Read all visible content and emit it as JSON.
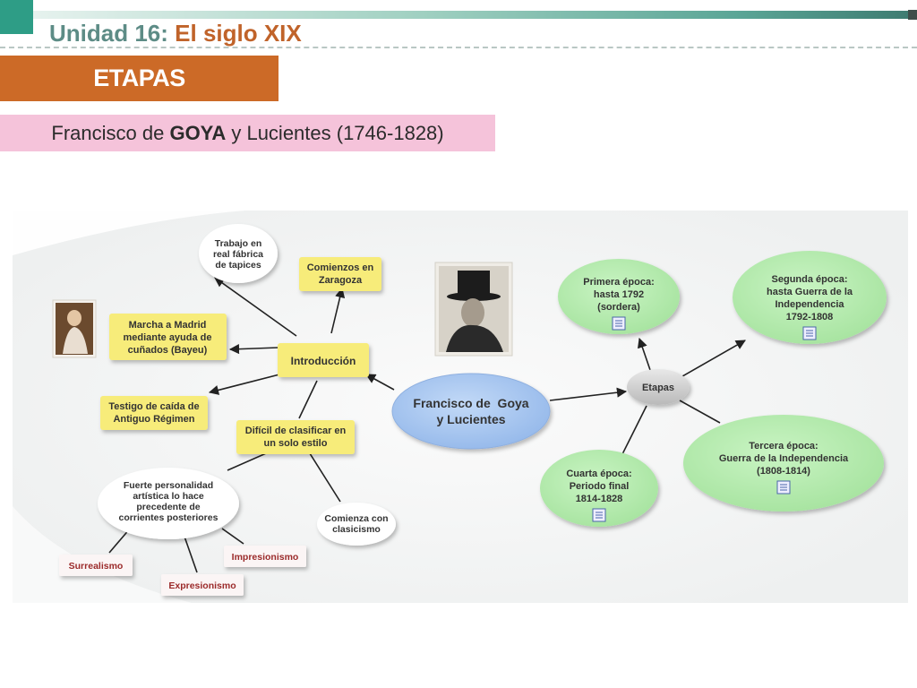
{
  "header": {
    "title_prefix": "Unidad 16:",
    "title_accent": "El siglo XIX",
    "section_banner": "ETAPAS",
    "subtitle_pre": "Francisco de ",
    "subtitle_bold": "GOYA",
    "subtitle_post": " y Lucientes (1746-1828)"
  },
  "concept_map": {
    "central": [
      "Francisco de  Goya",
      "y Lucientes"
    ],
    "introduccion": "Introducción",
    "etapas": "Etapas",
    "trabajo": [
      "Trabajo en",
      "real fábrica",
      "de tapices"
    ],
    "comienzos": [
      "Comienzos en",
      "Zaragoza"
    ],
    "marcha": [
      "Marcha a Madrid",
      "mediante ayuda de",
      "cuñados (Bayeu)"
    ],
    "testigo": [
      "Testigo de caída de",
      "Antiguo Régimen"
    ],
    "dificil": [
      "Difícil de clasificar en",
      "un solo estilo"
    ],
    "fuerte": [
      "Fuerte personalidad",
      "artística lo hace",
      "precedente de",
      "corrientes posteriores"
    ],
    "comienza": [
      "Comienza con",
      "clasicismo"
    ],
    "surrealismo": "Surrealismo",
    "impresionismo": "Impresionismo",
    "expresionismo": "Expresionismo",
    "primera": [
      "Primera época:",
      "hasta 1792",
      "(sordera)"
    ],
    "segunda": [
      "Segunda época:",
      "hasta Guerra de la",
      "Independencia",
      "1792-1808"
    ],
    "tercera": [
      "Tercera época:",
      "Guerra de la Independencia",
      "(1808-1814)"
    ],
    "cuarta": [
      "Cuarta época:",
      "Periodo final",
      "1814-1828"
    ]
  },
  "colors": {
    "accent_orange": "#cc6a27",
    "teal": "#2e9d86",
    "pink": "#f5c3da",
    "yellow_node": "#f7ec7a",
    "green_node": "#b8ecb3",
    "blue_node": "#aac8ef"
  }
}
